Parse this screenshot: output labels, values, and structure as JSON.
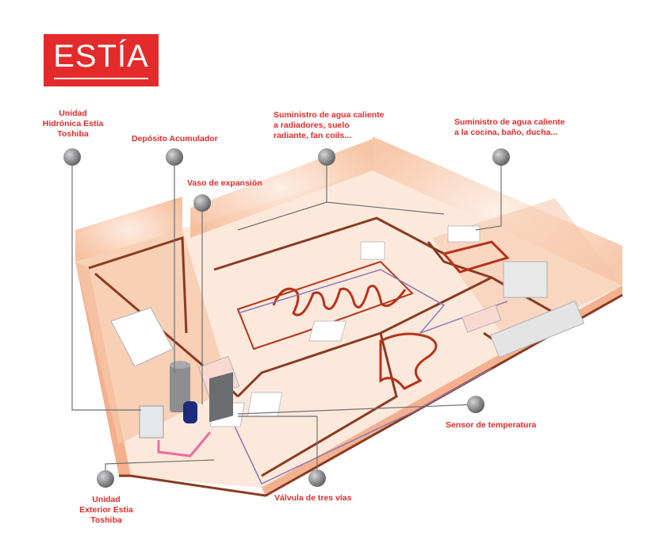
{
  "brand": {
    "logo_text": "ESTÍA"
  },
  "labels": {
    "hydronic_unit": [
      "Unidad",
      "Hidrónica Estía",
      "Toshiba"
    ],
    "storage_tank": [
      "Depósito Acumulador"
    ],
    "expansion_vessel": [
      "Vaso de expansión"
    ],
    "hot_water_heating": [
      "Suministro de agua caliente",
      "a radiadores, suelo",
      "radiante, fan coils..."
    ],
    "hot_water_sanitary": [
      "Suministro de agua caliente",
      "a la cocina, baño, ducha..."
    ],
    "temperature_sensor": [
      "Sensor de temperatura"
    ],
    "three_way_valve": [
      "Válvula de tres vías"
    ],
    "outdoor_unit": [
      "Unidad",
      "Exterior Estia",
      "Toshiba"
    ]
  },
  "colors": {
    "brand_red": "#e32b2b",
    "label_red": "#e22b2b",
    "wall_fill": "#f7c4a6",
    "floor_fill": "#fde9dc",
    "wall_edge": "#8a3a22",
    "heating_pipe": "#b8321a",
    "return_pipe": "#8c78b4",
    "outdoor_pipe": "#f06aa0",
    "marker_fill": "#8d8d8f",
    "leader_line": "#707070"
  }
}
